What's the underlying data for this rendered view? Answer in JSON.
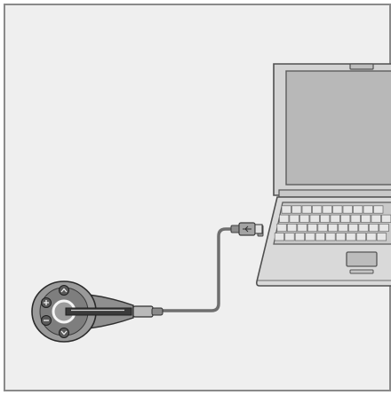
{
  "diagram": {
    "laptop": {
      "name": "laptop",
      "body_color": "#d6d6d6",
      "screen_color": "#b9b9b9",
      "outline_color": "#5a5a5a"
    },
    "usb_cable": {
      "name": "usb-cable",
      "color": "#6f6f6f"
    },
    "remote_control": {
      "name": "remote-control",
      "body_color": "#9d9d9d",
      "buttons": [
        {
          "name": "up-button",
          "symbol": "chevron-up"
        },
        {
          "name": "plus-button",
          "symbol": "plus"
        },
        {
          "name": "minus-button",
          "symbol": "minus"
        },
        {
          "name": "down-button",
          "symbol": "chevron-down"
        }
      ]
    },
    "panel_background": "#efefef",
    "panel_border": "#8a8a8a"
  }
}
